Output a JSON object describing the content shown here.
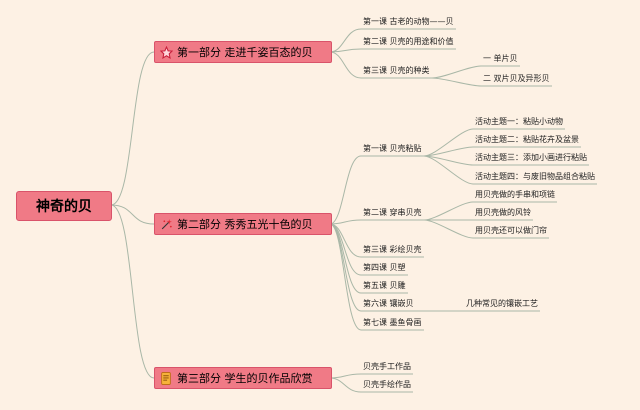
{
  "root": {
    "label": "神奇的贝"
  },
  "colors": {
    "line": "#a9b7a7",
    "node_fill": "#f07a86",
    "background": "#fdf1e4"
  },
  "sections": [
    {
      "label": "第一部分 走进千姿百态的贝",
      "icon": "star-icon",
      "lessons": [
        {
          "label": "第一课 古老的动物——贝",
          "children": []
        },
        {
          "label": "第二课 贝壳的用途和价值",
          "children": []
        },
        {
          "label": "第三课 贝壳的种类",
          "children": [
            "一 单片贝",
            "二 双片贝及异形贝"
          ]
        }
      ]
    },
    {
      "label": "第二部分 秀秀五光十色的贝",
      "icon": "sparkle-icon",
      "lessons": [
        {
          "label": "第一课 贝壳粘贴",
          "children": [
            "活动主题一：粘贴小动物",
            "活动主题二：粘贴花卉及盆景",
            "活动主题三：添加小画进行粘贴",
            "活动主题四：与废旧物品组合粘贴"
          ]
        },
        {
          "label": "第二课 穿串贝壳",
          "children": [
            "用贝壳做的手串和项链",
            "用贝壳做的风铃",
            "用贝壳还可以做门帘"
          ]
        },
        {
          "label": "第三课 彩绘贝壳",
          "children": []
        },
        {
          "label": "第四课 贝塑",
          "children": []
        },
        {
          "label": "第五课 贝雕",
          "children": []
        },
        {
          "label": "第六课 镶嵌贝",
          "children": [
            "几种常见的镶嵌工艺"
          ]
        },
        {
          "label": "第七课 墨鱼骨画",
          "children": []
        }
      ]
    },
    {
      "label": "第三部分 学生的贝作品欣赏",
      "icon": "document-icon",
      "lessons": [
        {
          "label": "贝壳手工作品",
          "children": []
        },
        {
          "label": "贝壳手绘作品",
          "children": []
        }
      ]
    }
  ]
}
